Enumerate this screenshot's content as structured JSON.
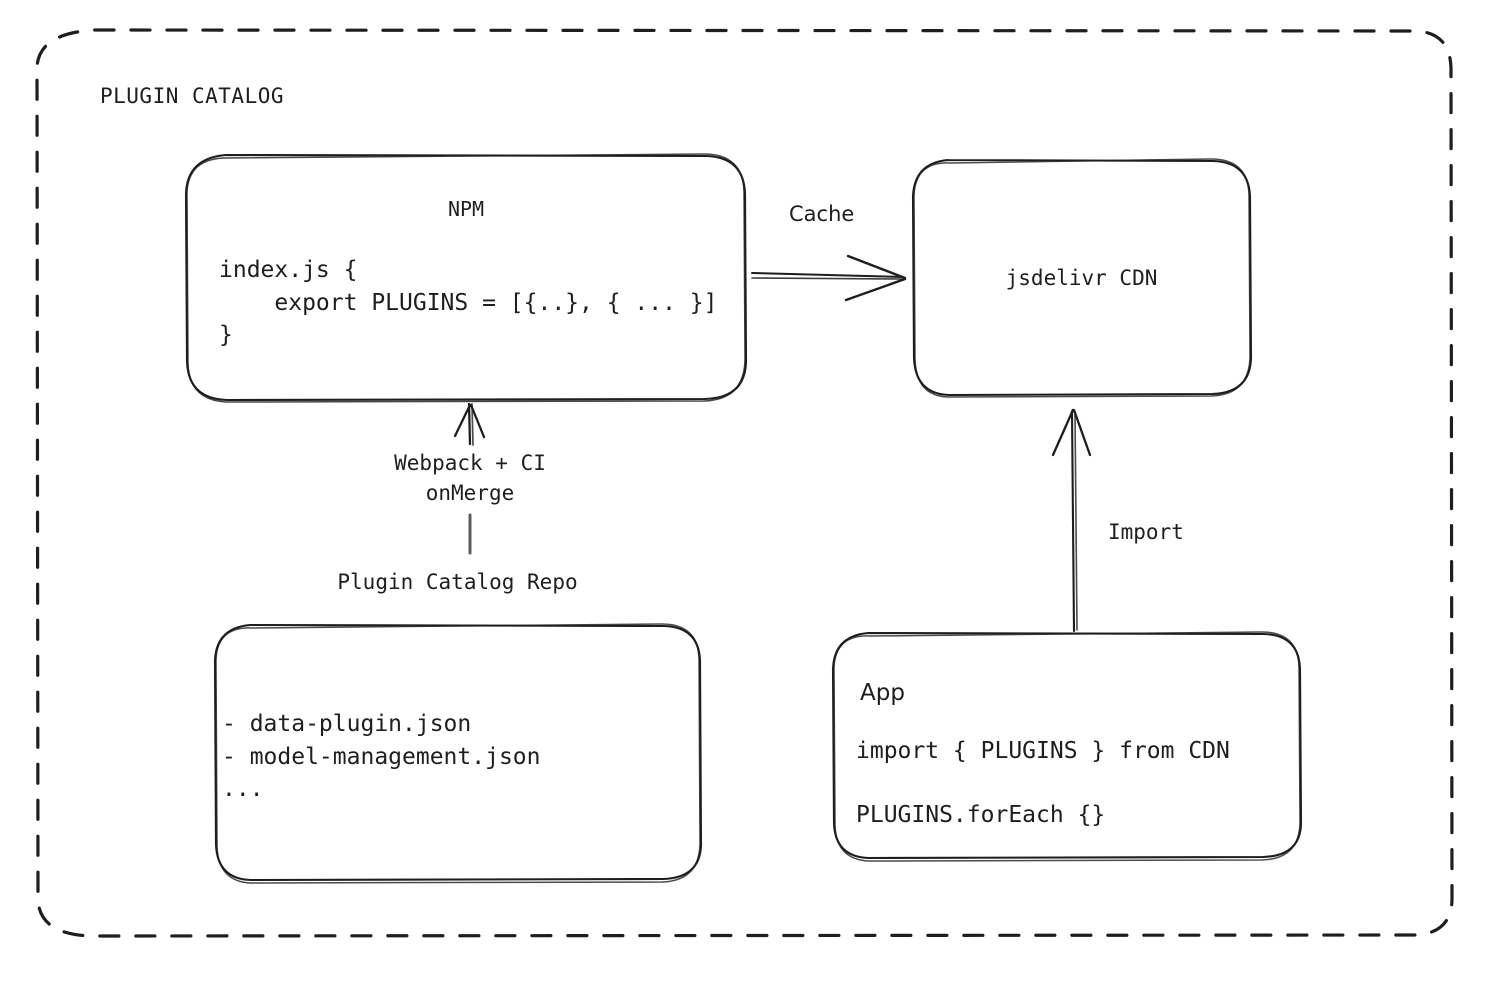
{
  "diagram": {
    "title": "PLUGIN CATALOG",
    "stroke_color": "#1e1e1e",
    "background_color": "#ffffff"
  },
  "nodes": {
    "npm": {
      "title": "NPM",
      "code": "index.js {\n    export PLUGINS = [{..}, { ... }]\n}"
    },
    "cdn": {
      "title": "jsdelivr CDN"
    },
    "repo": {
      "label": "Plugin Catalog Repo",
      "files": "- data-plugin.json\n- model-management.json\n..."
    },
    "app": {
      "title": "App",
      "line1": "import { PLUGINS } from CDN",
      "line2": "PLUGINS.forEach {}"
    }
  },
  "edges": {
    "cache": {
      "label": "Cache",
      "from": "npm",
      "to": "cdn"
    },
    "build": {
      "label": "Webpack + CI\nonMerge",
      "from": "repo",
      "to": "npm"
    },
    "import": {
      "label": "Import",
      "from": "app",
      "to": "cdn"
    }
  }
}
